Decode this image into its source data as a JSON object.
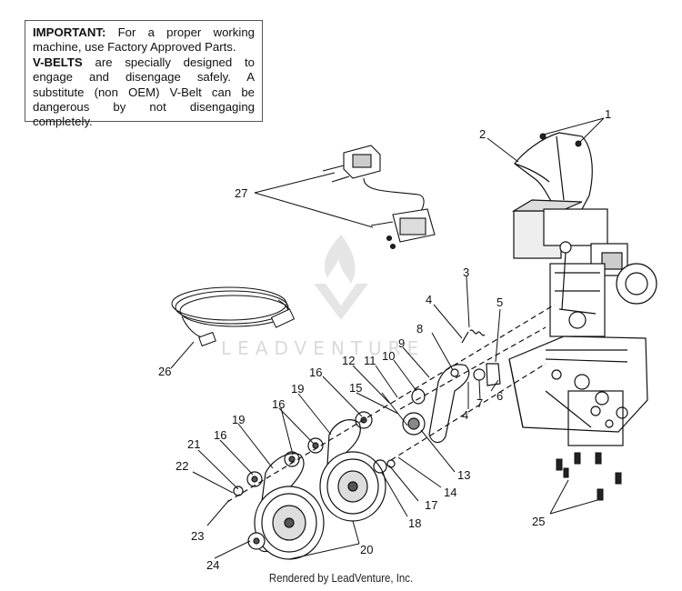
{
  "notice": {
    "important_label": "IMPORTANT:",
    "important_text": " For a proper working machine, use Factory Approved Parts.",
    "vbelts_label": "V-BELTS",
    "vbelts_text": " are specially designed to engage and disengage safely. A substitute (non OEM) V-Belt can be dangerous by not disengaging completely."
  },
  "watermark": {
    "text": "LEADVENTURE"
  },
  "footer": {
    "text": "Rendered by LeadVenture, Inc."
  },
  "callouts": [
    "1",
    "2",
    "3",
    "4",
    "5",
    "6",
    "7",
    "8",
    "9",
    "10",
    "11",
    "12",
    "13",
    "14",
    "15",
    "16",
    "17",
    "18",
    "19",
    "20",
    "21",
    "22",
    "23",
    "24",
    "25",
    "26",
    "27"
  ],
  "callout_labels": {
    "c1": "1",
    "c2": "2",
    "c3": "3",
    "c4a": "4",
    "c4b": "4",
    "c5": "5",
    "c6": "6",
    "c7": "7",
    "c8": "8",
    "c9": "9",
    "c10": "10",
    "c11": "11",
    "c12": "12",
    "c13": "13",
    "c14": "14",
    "c15": "15",
    "c16a": "16",
    "c16b": "16",
    "c16c": "16",
    "c17": "17",
    "c18": "18",
    "c19a": "19",
    "c19b": "19",
    "c20": "20",
    "c21": "21",
    "c22": "22",
    "c23": "23",
    "c24": "24",
    "c25": "25",
    "c26": "26",
    "c27": "27"
  }
}
